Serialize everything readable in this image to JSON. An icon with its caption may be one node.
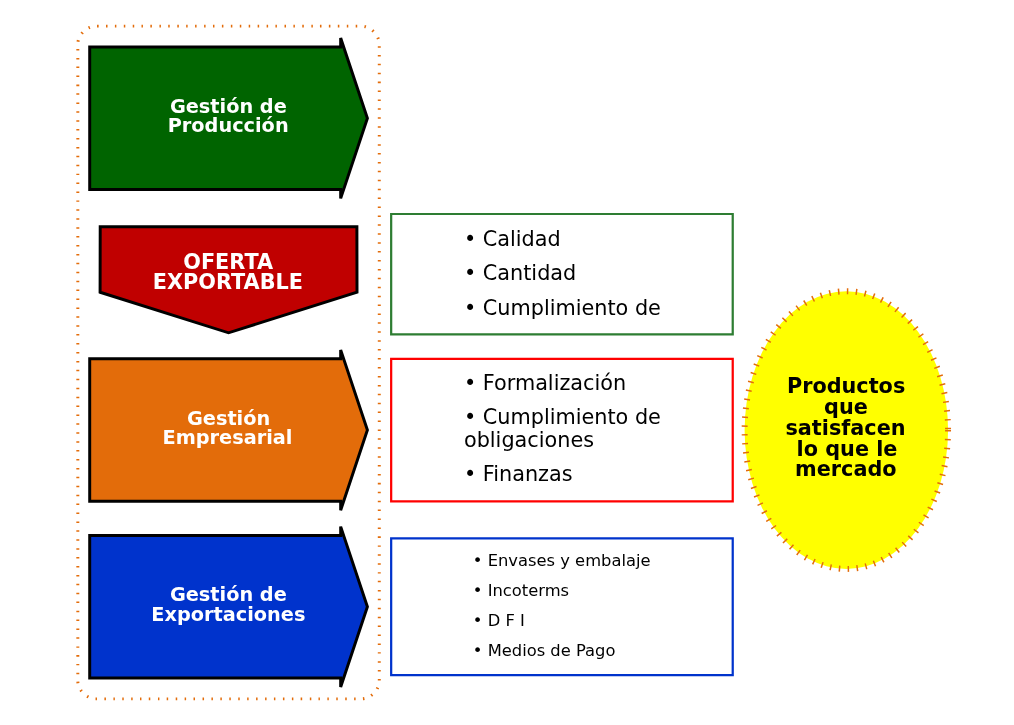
{
  "diagram": {
    "nodes": [
      {
        "text": [],
        "shape": "box"
      },
      {
        "text": [
          "OFERTA EXPORTABLE"
        ],
        "in": 0
      },
      {
        "text": [
          "Gestión de Producción"
        ],
        "in": 0
      },
      {
        "text": [
          "• Calidad",
          "• Cantidad",
          "• Cumplimiento de"
        ]
      },
      {
        "text": [
          "Gestión Empresarial"
        ],
        "in": 0
      },
      {
        "text": [
          "• Formalización",
          "• Cumplimiento de obligaciones",
          "• Finanzas"
        ]
      },
      {
        "text": [
          "Gestión de Exportaciones"
        ],
        "in": 0
      },
      {
        "text": [
          "• Envases y embalaje",
          "• Incoterms",
          "• D F I",
          "• Medios de Pago"
        ]
      },
      {
        "text": [
          "Productos que satisfacen lo que le mercado"
        ]
      }
    ]
  }
}
